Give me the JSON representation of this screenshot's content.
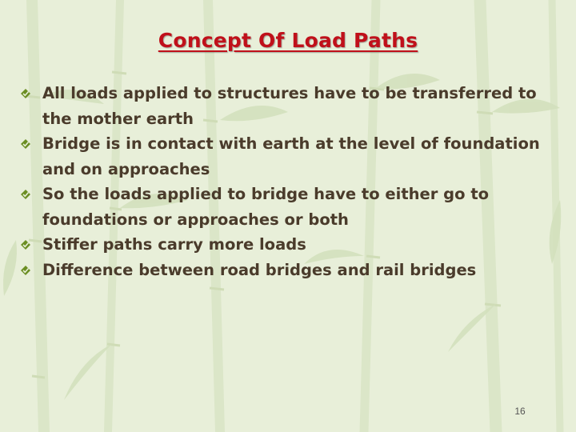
{
  "slide": {
    "title": "Concept Of Load Paths",
    "bullets": [
      "All loads applied to structures have to be transferred to the mother earth",
      "Bridge is in contact with earth at the level of foundation and on approaches",
      "So the loads applied to bridge have to either go to foundations or approaches or both",
      "Stiffer paths carry more loads",
      "Difference between road bridges and rail bridges"
    ],
    "page_number": "16"
  },
  "colors": {
    "background": "#e8efd9",
    "title": "#c0101a",
    "text": "#4a3b2b",
    "bullet": "#6b8e23",
    "bamboo": "#d6e2c0"
  },
  "icons": {
    "bullet": "diamond-check-bullet-icon"
  }
}
